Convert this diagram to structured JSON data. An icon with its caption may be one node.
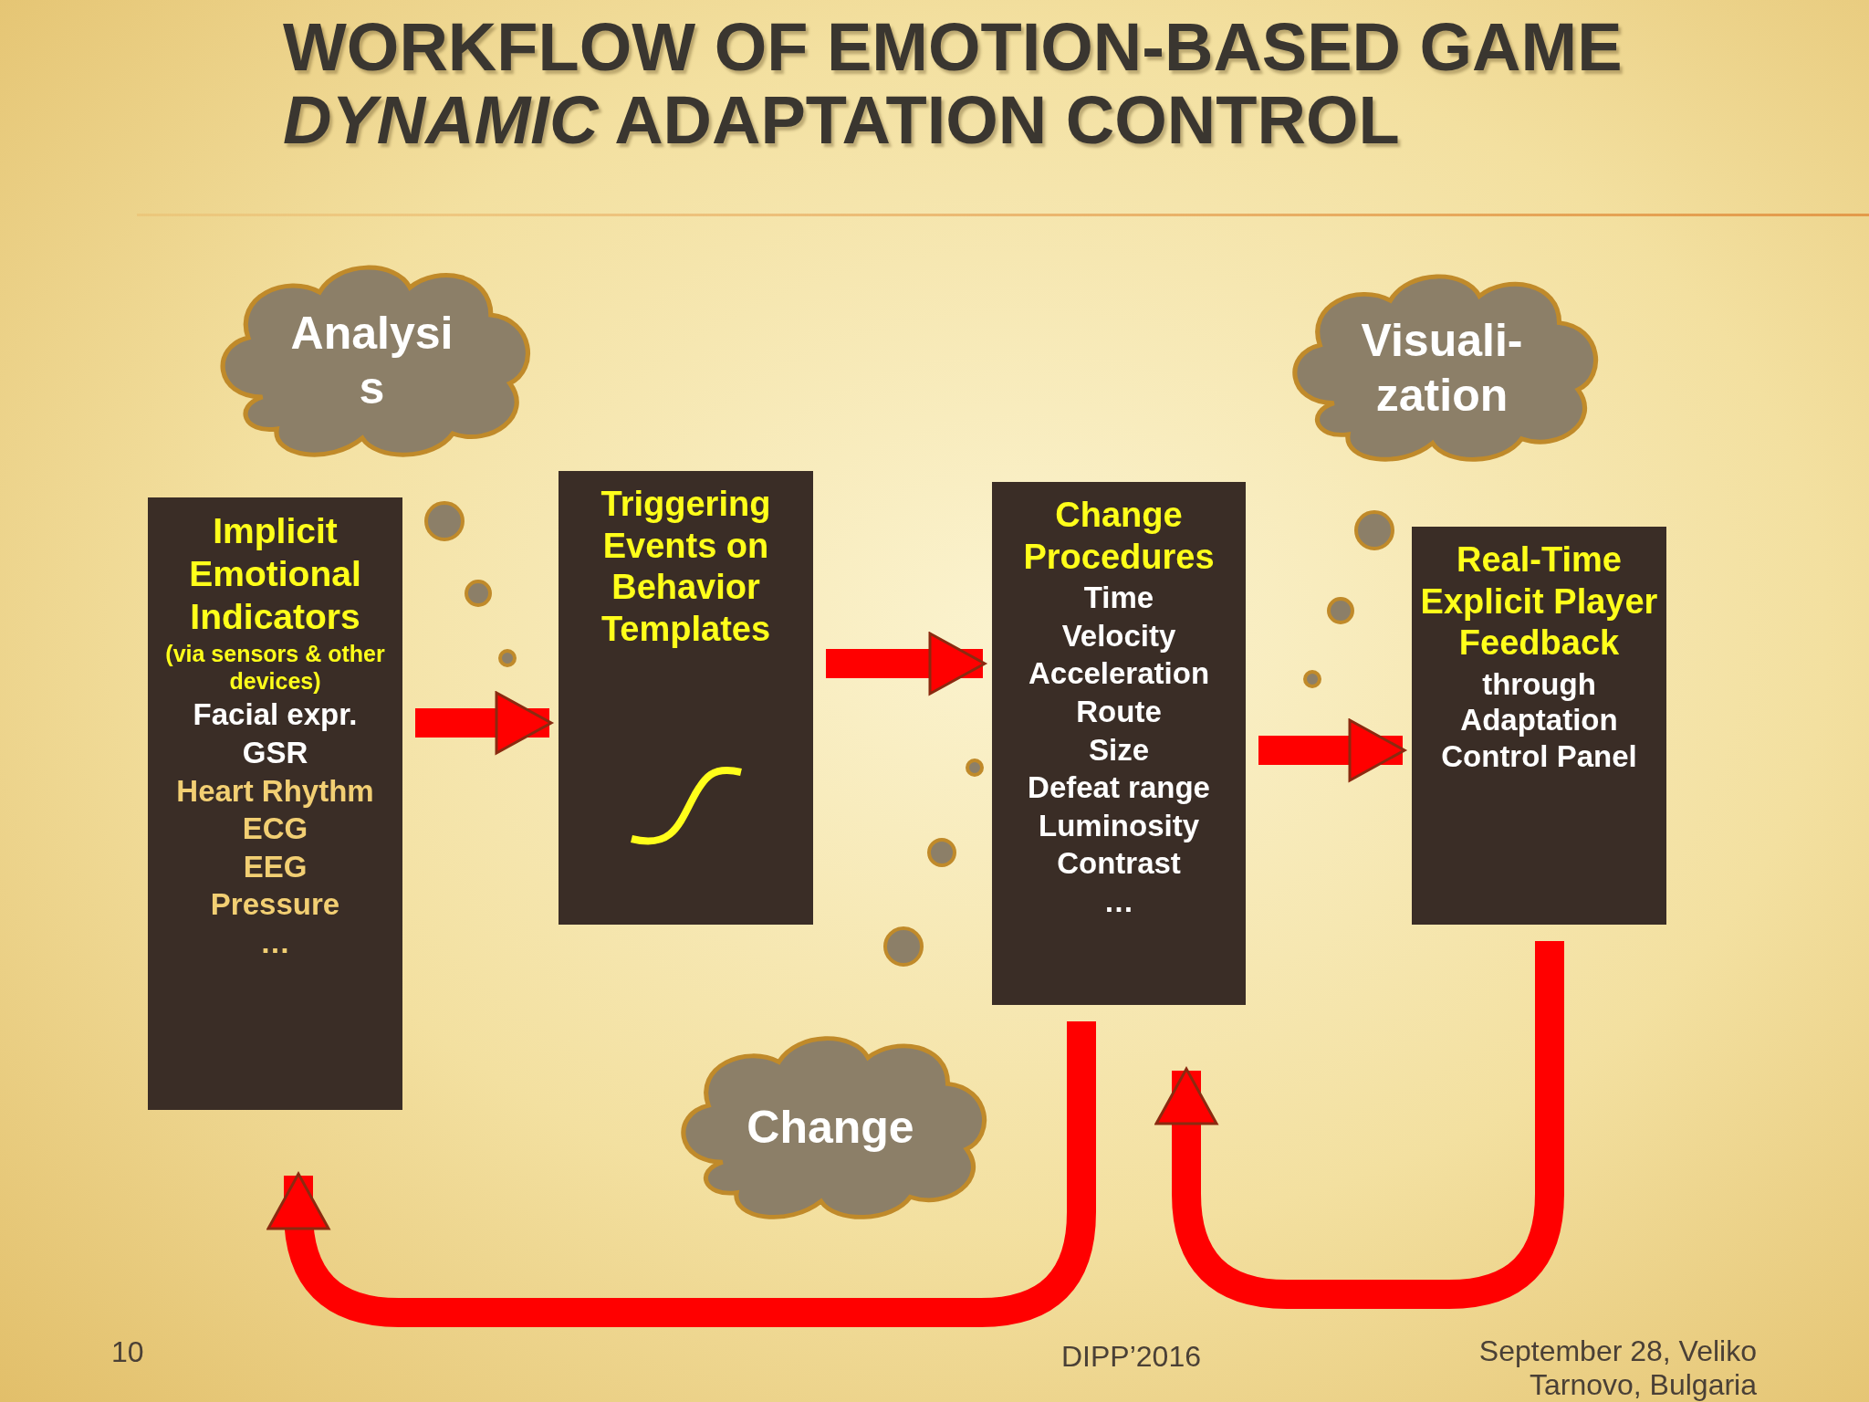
{
  "diagram": {
    "title": "WORKFLOW OF EMOTION-BASED GAME *DYNAMIC* ADAPTATION CONTROL",
    "nodes": [
      {
        "text": [
          "Analysi s"
        ]
      },
      {
        "text": [
          "Visuali- zation"
        ]
      },
      {
        "text": [
          "Change"
        ]
      },
      {
        "text": [
          "Implicit Emotional Indicators",
          "(via sensors & other devices)",
          "Facial expr.",
          "GSR",
          "Heart Rhythm",
          "ECG",
          "EEG",
          "Pressure",
          "…"
        ]
      },
      {
        "text": [
          "Triggering Events on Behavior Templates"
        ]
      },
      {
        "text": [
          "Change Procedures",
          "Time",
          "Velocity",
          "Acceleration",
          "Route",
          "Size",
          "Defeat range",
          "Luminosity",
          "Contrast",
          "…"
        ]
      },
      {
        "text": [
          "Real-Time Explicit Player Feedback",
          "through Adaptation Control Panel"
        ]
      }
    ],
    "edges": [
      {
        "from": 3,
        "to": 4,
        "arrow": "to"
      },
      {
        "from": 4,
        "to": 5,
        "arrow": "to"
      },
      {
        "from": 5,
        "to": 6,
        "arrow": "to"
      },
      {
        "from": 5,
        "to": 3,
        "arrow": "to"
      },
      {
        "from": 6,
        "to": 5,
        "arrow": "to"
      }
    ],
    "labels": [
      "10",
      "DIPP’2016",
      "September 28, Veliko Tarnovo, Bulgaria"
    ]
  }
}
